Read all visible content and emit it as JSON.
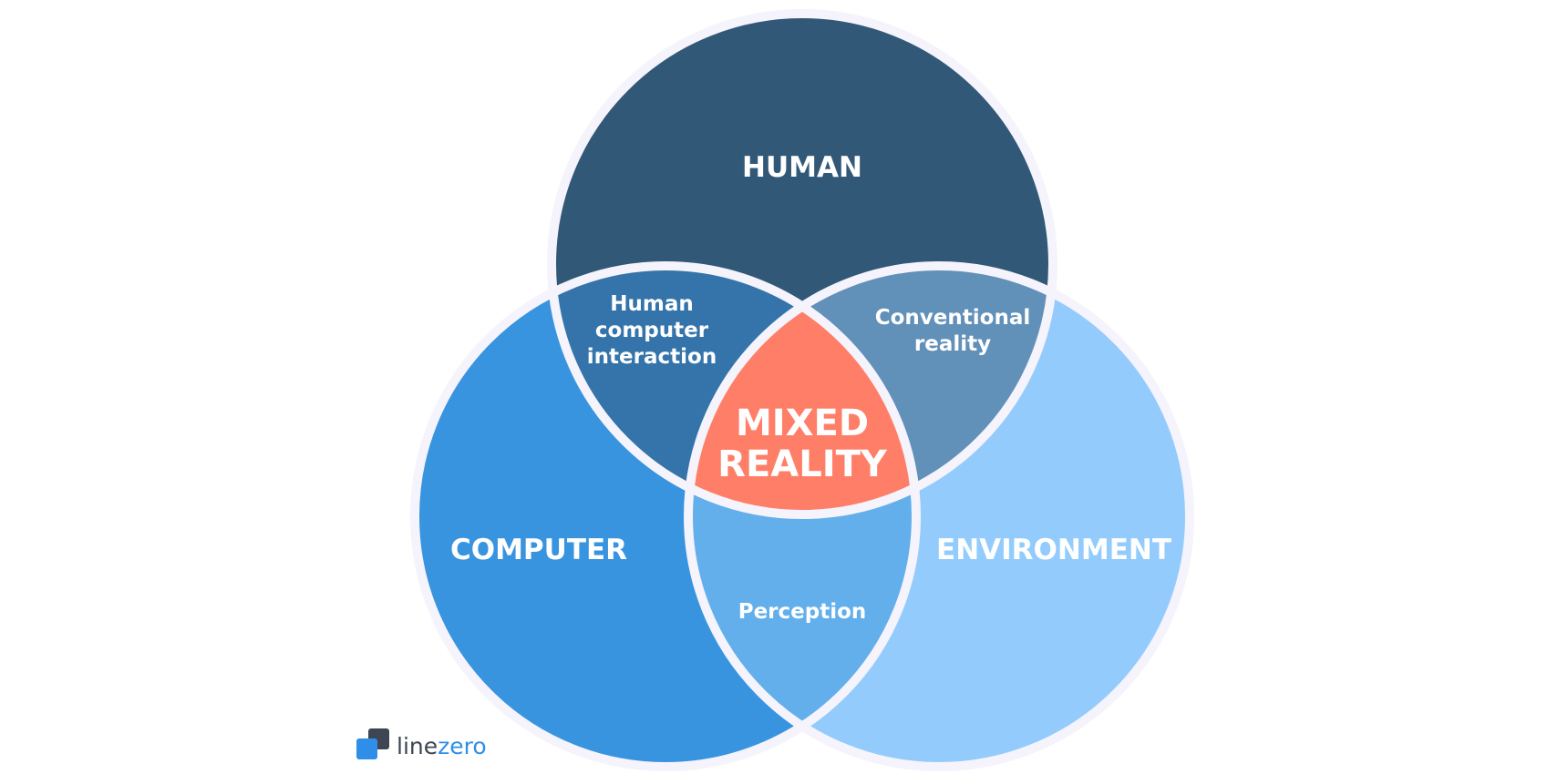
{
  "diagram": {
    "sets": {
      "human": {
        "label": "HUMAN",
        "color": "#325878"
      },
      "computer": {
        "label": "COMPUTER",
        "color": "#3894df"
      },
      "environment": {
        "label": "ENVIRONMENT",
        "color": "#93ccfc"
      }
    },
    "intersections": {
      "human_computer": {
        "lines": [
          "Human",
          "computer",
          "interaction"
        ],
        "color": "#3474aa"
      },
      "human_environment": {
        "lines": [
          "Conventional",
          "reality"
        ],
        "color": "#6190b9"
      },
      "computer_environment": {
        "lines": [
          "Perception"
        ],
        "color": "#62afeb"
      },
      "all": {
        "lines": [
          "MIXED",
          "REALITY"
        ],
        "color": "#ff7e68"
      }
    },
    "outline_color": "#f5f3fb"
  },
  "logo": {
    "text_part1": "line",
    "text_part2": "zero",
    "icon": "linezero-logo-icon",
    "colors": {
      "dark": "#3e4654",
      "accent": "#2f8fe8"
    }
  }
}
